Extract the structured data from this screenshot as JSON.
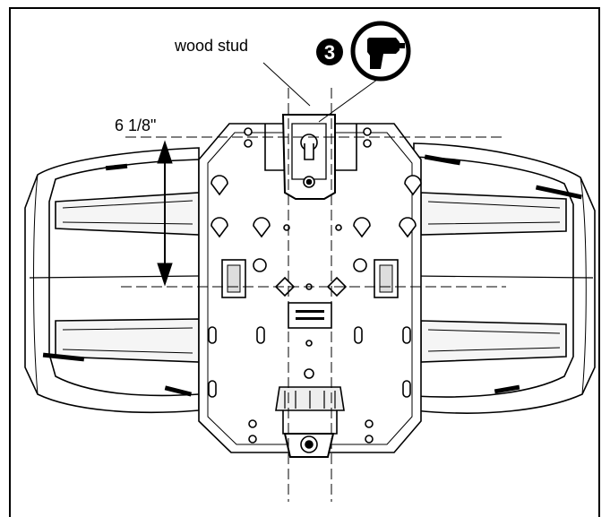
{
  "labels": {
    "stud": "wood stud",
    "step": "3",
    "dimension": "6 1/8\""
  },
  "icons": [
    "drill-icon"
  ],
  "colors": {
    "line": "#000000",
    "fill": "#ffffff",
    "shade": "#f0f0f0"
  }
}
